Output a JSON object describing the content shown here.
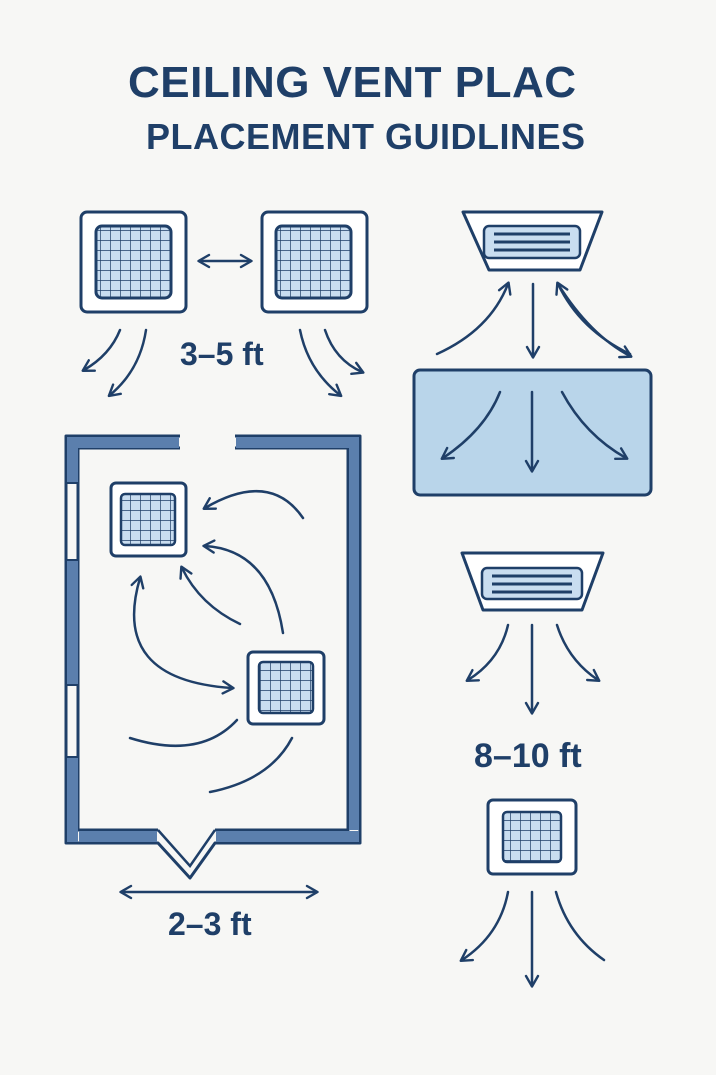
{
  "title": {
    "line1": "CEILING VENT PLAC",
    "line2": "PLACEMENT GUIDLINES"
  },
  "labels": {
    "vent_spacing": "3–5 ft",
    "ceiling_height": "8–10 ft",
    "wall_clearance": "2–3 ft"
  },
  "colors": {
    "navy": "#1f3f68",
    "grille_fill": "#c9ddf0",
    "table_fill": "#b9d5ea",
    "wall_fill": "#5b7fad"
  },
  "icons": [
    "square-vent-icon",
    "ceiling-diffuser-icon",
    "airflow-arrow-icon",
    "double-arrow-icon"
  ]
}
